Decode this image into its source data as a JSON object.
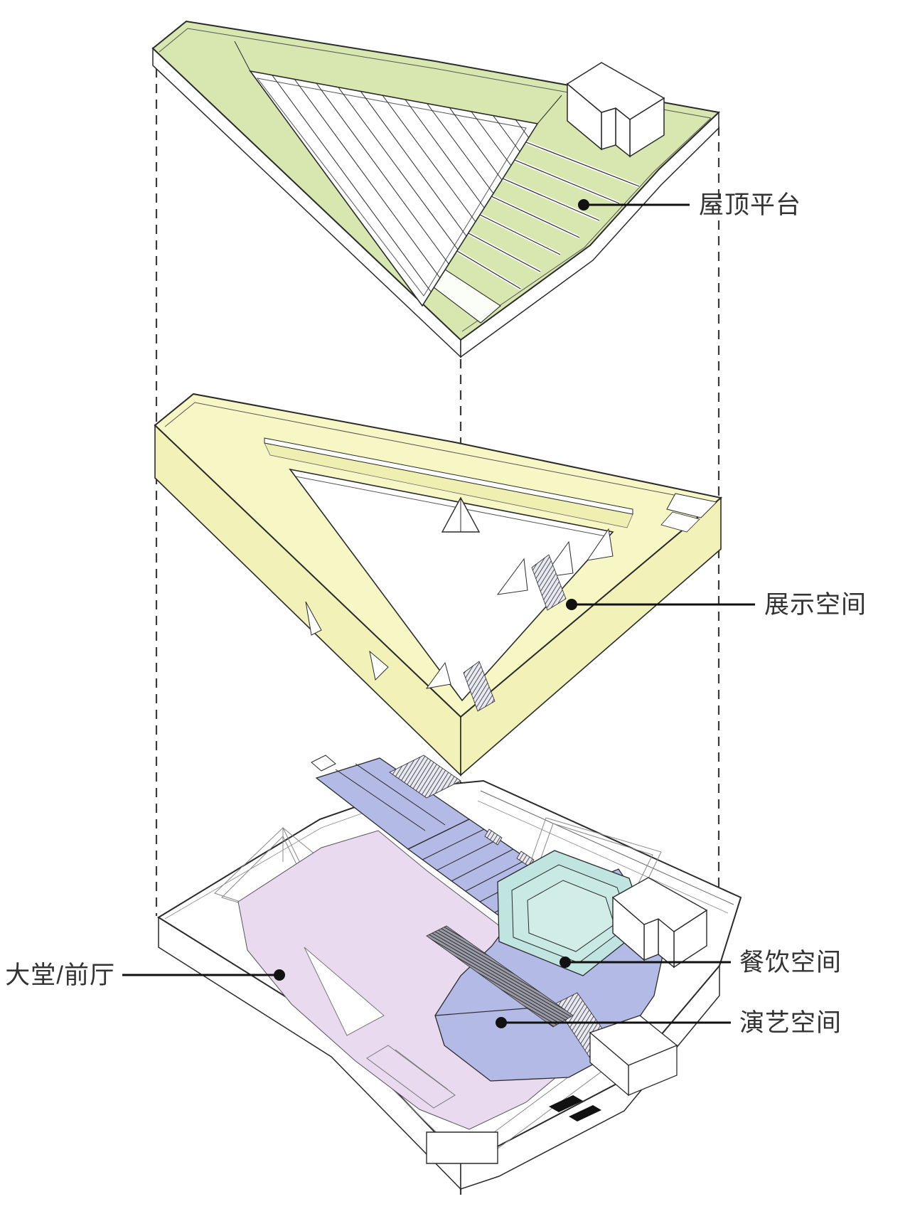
{
  "diagram": {
    "type": "exploded-axonometric-building-diagram",
    "labels": {
      "roof": "屋顶平台",
      "exhibition": "展示空间",
      "lobby": "大堂/前厅",
      "dining": "餐饮空间",
      "performance": "演艺空间"
    },
    "colors": {
      "roof_green": "#d8e7b0",
      "floor_yellow": "#f7f7c6",
      "floor_yellow_wall": "#f1f1b8",
      "dining_teal": "#c0e5e0",
      "circulation_blue": "#b4bae6",
      "lobby_pink": "#e9daf0",
      "outline": "#2a2a2a",
      "label_text": "#333333"
    }
  }
}
